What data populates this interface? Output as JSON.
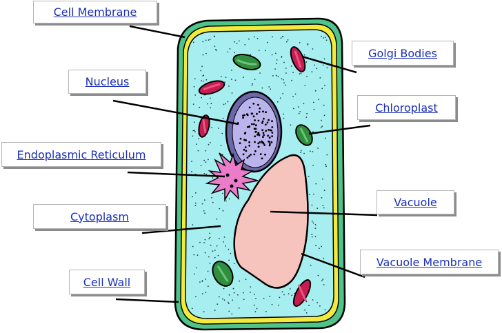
{
  "diagram": {
    "labels": {
      "cell_membrane": "Cell Membrane",
      "golgi_bodies": "Golgi Bodies",
      "nucleus": "Nucleus",
      "chloroplast": "Chloroplast",
      "endoplasmic_reticulum": "Endoplasmic Reticulum",
      "vacuole": "Vacuole",
      "cytoplasm": "Cytoplasm",
      "vacuole_membrane": "Vacuole Membrane",
      "cell_wall": "Cell Wall"
    },
    "colors": {
      "label_text": "#1a2fb8",
      "cell_wall": "#4fc48a",
      "cell_membrane": "#f2ea3c",
      "cytoplasm": "#a7eef0",
      "nucleus": "#b9b4ec",
      "vacuole": "#f7c3bd",
      "chloroplast": "#2f8f3e",
      "golgi": "#c71c52",
      "er": "#ea7cc9"
    }
  }
}
